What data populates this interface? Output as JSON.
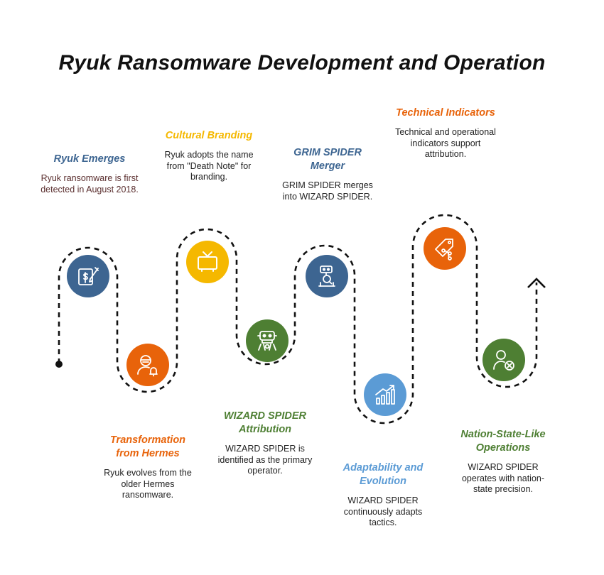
{
  "title": "Ryuk Ransomware Development and Operation",
  "colors": {
    "blue": "#3d6591",
    "orange": "#e8630a",
    "yellow": "#f5b800",
    "green": "#4e7f33",
    "light_blue": "#5b9bd5",
    "nodes": [
      "#3d6591",
      "#e8630a",
      "#f5b800",
      "#4e7f33",
      "#3d6591",
      "#5b9bd5",
      "#e8630a",
      "#4e7f33"
    ]
  },
  "steps": [
    {
      "heading": "Ryuk Emerges",
      "description": "Ryuk ransomware is first detected in August 2018.",
      "icon": "document-money-icon"
    },
    {
      "heading": "Transformation from Hermes",
      "description": "Ryuk evolves from the older Hermes ransomware.",
      "icon": "hacker-alert-icon"
    },
    {
      "heading": "Cultural Branding",
      "description": "Ryuk adopts the name from \"Death Note\" for branding.",
      "icon": "television-icon"
    },
    {
      "heading": "WIZARD SPIDER Attribution",
      "description": "WIZARD SPIDER is identified as the primary operator.",
      "icon": "robot-icon"
    },
    {
      "heading": "GRIM SPIDER Merger",
      "description": "GRIM SPIDER merges into WIZARD SPIDER.",
      "icon": "user-search-icon"
    },
    {
      "heading": "Adaptability and Evolution",
      "description": "WIZARD SPIDER continuously adapts tactics.",
      "icon": "growth-chart-icon"
    },
    {
      "heading": "Technical Indicators",
      "description": "Technical and operational indicators support attribution.",
      "icon": "tag-share-icon"
    },
    {
      "heading": "Nation-State-Like Operations",
      "description": "WIZARD SPIDER operates with nation-state precision.",
      "icon": "user-block-icon"
    }
  ]
}
